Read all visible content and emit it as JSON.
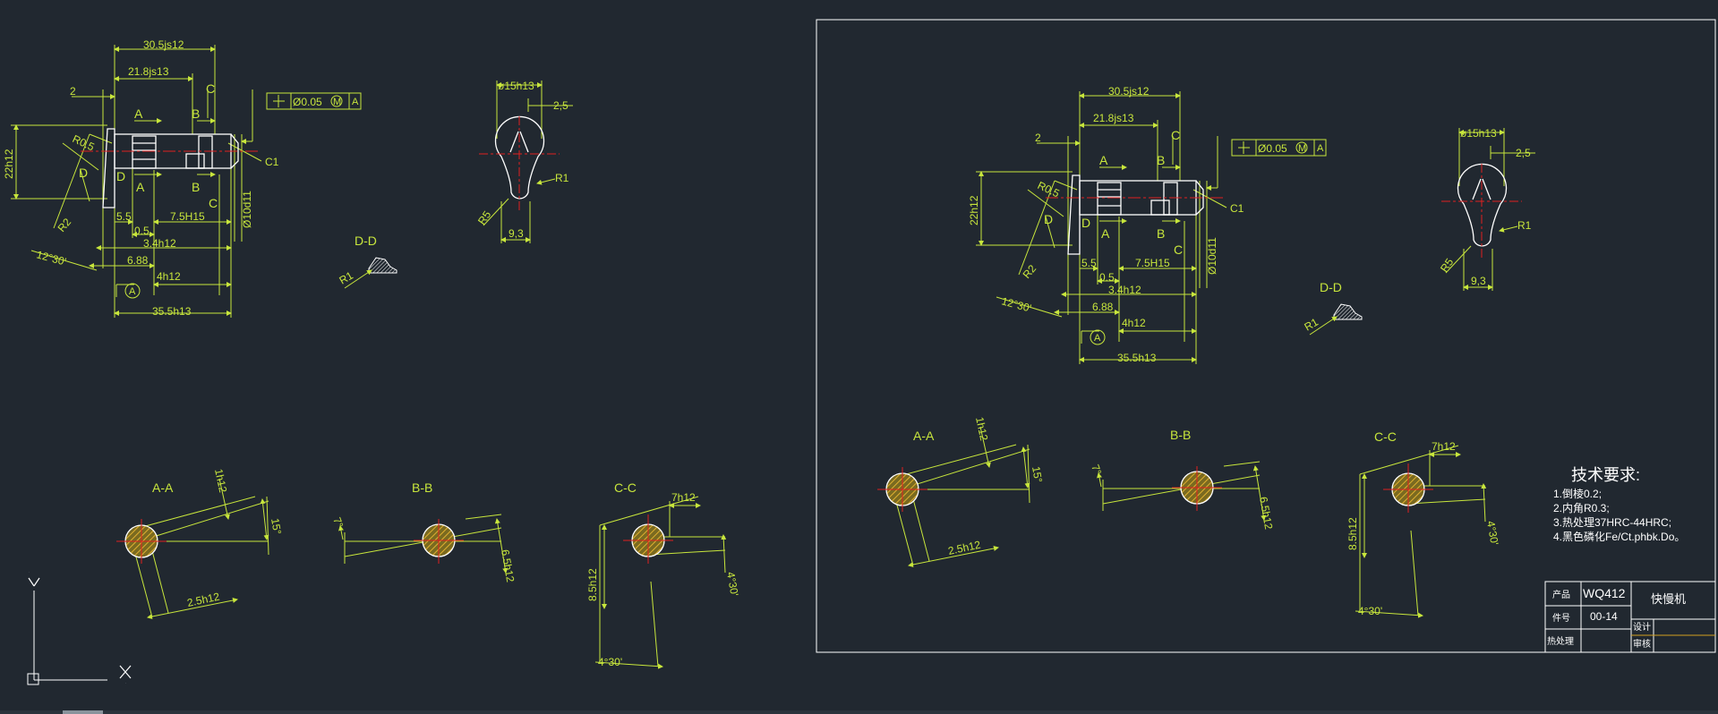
{
  "colors": {
    "background": "#212830",
    "dimension": "#c8e63c",
    "outline": "#ffffff",
    "center_line": "#e02020",
    "hatch": "#d4a020"
  },
  "left_view": {
    "dims": {
      "d305": "30.5js12",
      "d218": "21.8js13",
      "d2": "2",
      "a_top": "A",
      "b_top": "B",
      "c_top": "C",
      "tol_phi": "Ø0.05",
      "tol_m": "M",
      "tol_ref": "A",
      "r05": "R0.5",
      "d22": "22h12",
      "d_mark": "D",
      "d_mark2": "D",
      "a_bot": "A",
      "b_bot": "B",
      "c_bot": "C",
      "c1": "C1",
      "phi10": "Ø10d11",
      "d55": "5.5",
      "d05": "0.5",
      "d75": "7.5H15",
      "d34": "3.4h12",
      "d688": "6.88",
      "d4": "4h12",
      "d355": "35.5h13",
      "r2": "R2",
      "ang": "12°30'",
      "datum": "A"
    }
  },
  "left_side": {
    "dims": {
      "d15": "ø15h13",
      "d25": "2,5",
      "r1": "R1",
      "r5": "R5",
      "d93": "9,3"
    }
  },
  "left_dd": {
    "title": "D-D",
    "r1": "R1"
  },
  "left_sections": {
    "aa": {
      "title": "A-A",
      "d1": "1h12",
      "ang": "15°",
      "d25": "2.5h12"
    },
    "bb": {
      "title": "B-B",
      "ang": "7°",
      "d65": "6.5h12"
    },
    "cc": {
      "title": "C-C",
      "d7": "7h12",
      "d85": "8.5h12",
      "ang1": "4°30'",
      "ang2": "4°30'"
    }
  },
  "ucs": {
    "y": "Y",
    "x": "X"
  },
  "right_view": {
    "dims": {
      "d305": "30.5js12",
      "d218": "21.8js13",
      "d2": "2",
      "a_top": "A",
      "b_top": "B",
      "c_top": "C",
      "tol_phi": "Ø0.05",
      "tol_m": "M",
      "tol_ref": "A",
      "r05": "R0.5",
      "d22": "22h12",
      "d_mark": "D",
      "d_mark2": "D",
      "a_bot": "A",
      "b_bot": "B",
      "c_bot": "C",
      "c1": "C1",
      "phi10": "Ø10d11",
      "d55": "5.5",
      "d05": "0.5",
      "d75": "7.5H15",
      "d34": "3.4h12",
      "d688": "6.88",
      "d4": "4h12",
      "d355": "35.5h13",
      "r2": "R2",
      "ang": "12°30'",
      "datum": "A"
    }
  },
  "right_side": {
    "dims": {
      "d15": "ø15h13",
      "d25": "2,5",
      "r1": "R1",
      "r5": "R5",
      "d93": "9,3"
    }
  },
  "right_dd": {
    "title": "D-D",
    "r1": "R1"
  },
  "right_sections": {
    "aa": {
      "title": "A-A",
      "d1": "1h12",
      "ang": "15°",
      "d25": "2.5h12"
    },
    "bb": {
      "title": "B-B",
      "ang": "7°",
      "d65": "6.5h12"
    },
    "cc": {
      "title": "C-C",
      "d7": "7h12",
      "d85": "8.5h12",
      "ang1": "4°30'",
      "ang2": "4°30'"
    }
  },
  "tech": {
    "title": "技术要求:",
    "items": [
      "1.倒棱0.2;",
      "2.内角R0.3;",
      "3.热处理37HRC-44HRC;",
      "4.黑色磷化Fe/Ct.phbk.Do。"
    ]
  },
  "title_block": {
    "product_label": "产品",
    "product_value": "WQ412",
    "machine_name": "快慢机",
    "part_label": "件号",
    "part_value": "00-14",
    "design_label": "设计",
    "heat_label": "热处理",
    "review_label": "审核"
  }
}
